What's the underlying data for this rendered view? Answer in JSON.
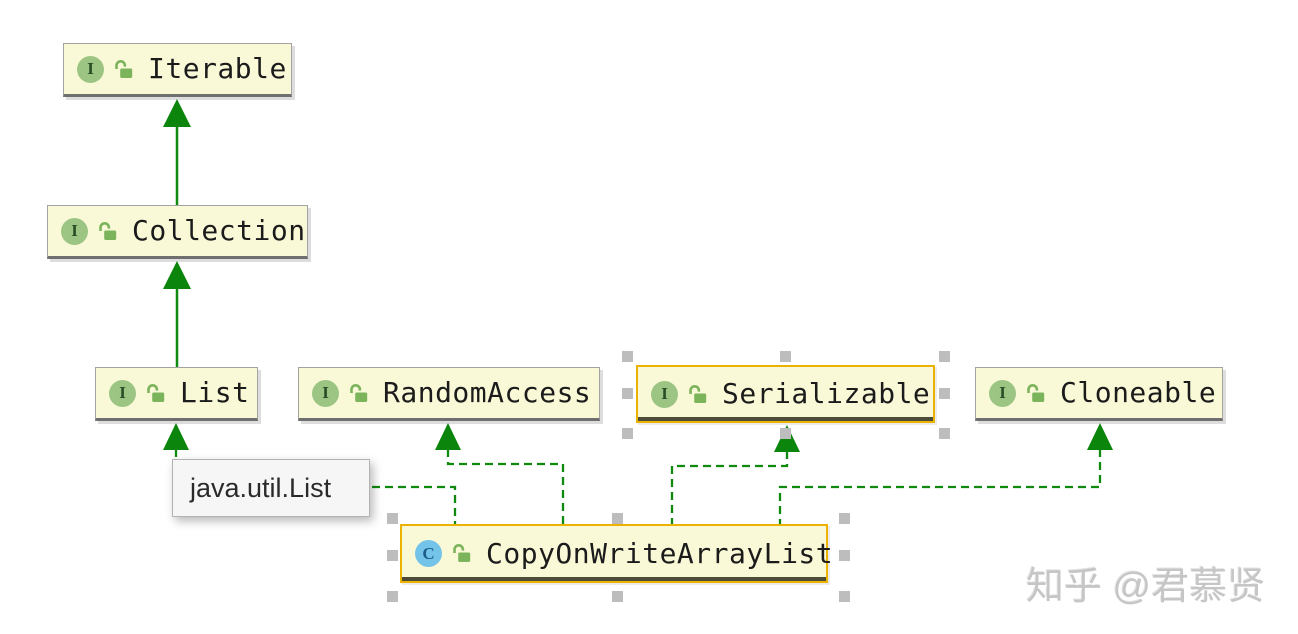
{
  "diagram": {
    "type": "uml-class-diagram",
    "nodes": [
      {
        "id": "iterable",
        "label": "Iterable",
        "kind": "interface",
        "selected": false
      },
      {
        "id": "collection",
        "label": "Collection",
        "kind": "interface",
        "selected": false
      },
      {
        "id": "list",
        "label": "List",
        "kind": "interface",
        "selected": false
      },
      {
        "id": "randomaccess",
        "label": "RandomAccess",
        "kind": "interface",
        "selected": false
      },
      {
        "id": "serializable",
        "label": "Serializable",
        "kind": "interface",
        "selected": true
      },
      {
        "id": "cloneable",
        "label": "Cloneable",
        "kind": "interface",
        "selected": false
      },
      {
        "id": "copyonwritearraylist",
        "label": "CopyOnWriteArrayList",
        "kind": "class",
        "selected": true
      }
    ],
    "edges": [
      {
        "from": "collection",
        "to": "iterable",
        "style": "solid"
      },
      {
        "from": "list",
        "to": "collection",
        "style": "solid"
      },
      {
        "from": "copyonwritearraylist",
        "to": "list",
        "style": "dashed"
      },
      {
        "from": "copyonwritearraylist",
        "to": "randomaccess",
        "style": "dashed"
      },
      {
        "from": "copyonwritearraylist",
        "to": "serializable",
        "style": "dashed"
      },
      {
        "from": "copyonwritearraylist",
        "to": "cloneable",
        "style": "dashed"
      }
    ],
    "icons": {
      "interface_letter": "I",
      "class_letter": "C",
      "lock": "unlocked-padlock"
    },
    "tooltip": {
      "text": "java.util.List"
    },
    "watermark": {
      "text": "知乎 @君慕贤"
    },
    "colors": {
      "edge_green": "#0f8a0f",
      "node_fill": "#faf9d7",
      "node_border": "#a3a3a3",
      "selected_border": "#ecb200",
      "interface_icon_bg": "#9cc583",
      "class_icon_bg": "#74c3e8",
      "lock_green": "#7cb45c",
      "handle_gray": "#bdbdbd",
      "watermark_gray": "#c6c6c6"
    }
  }
}
